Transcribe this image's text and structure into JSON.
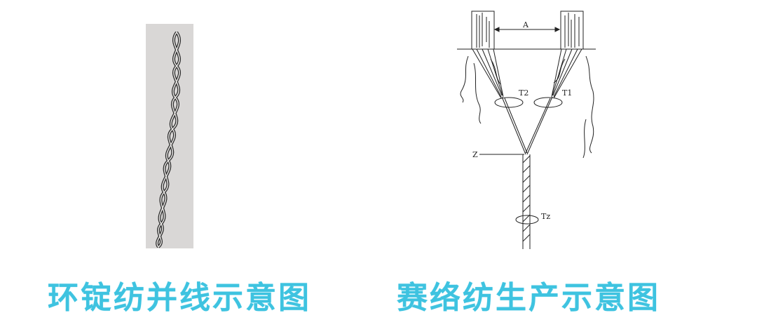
{
  "left_figure": {
    "caption": "环锭纺并线示意图",
    "description": "two-ply twisted yarn photograph"
  },
  "right_figure": {
    "caption": "赛络纺生产示意图",
    "labels": {
      "spacing": "A",
      "twist_left": "T2",
      "twist_right": "T1",
      "convergence": "Z",
      "twist_final": "Tz"
    }
  },
  "colors": {
    "caption": "#3ec3e0",
    "photo_bg": "#d9d7d6",
    "line": "#222222"
  }
}
